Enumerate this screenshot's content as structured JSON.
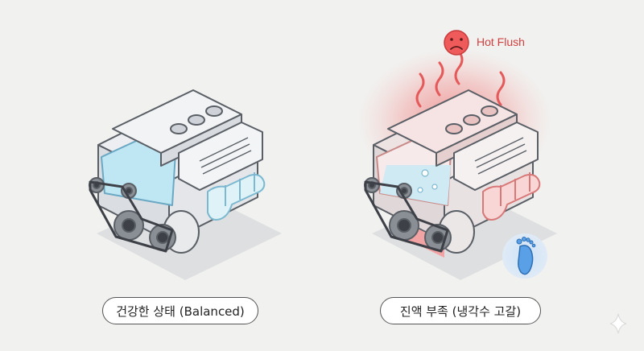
{
  "labels": {
    "left": "건강한 상태 (Balanced)",
    "right": "진액 부족 (냉각수 고갈)",
    "hot_flush": "Hot Flush"
  },
  "icons": [
    "sad-face-icon",
    "foot-icon",
    "sparkle-icon",
    "heat-wave-icon"
  ],
  "colors": {
    "background": "#f1f1ef",
    "outline": "#5a5f66",
    "engine_gray": "#e4e6ea",
    "coolant_blue": "#bfe6f3",
    "heat_red": "#ef5555",
    "hot_text": "#d23f3f",
    "foot_blue": "#5aa0e6"
  }
}
